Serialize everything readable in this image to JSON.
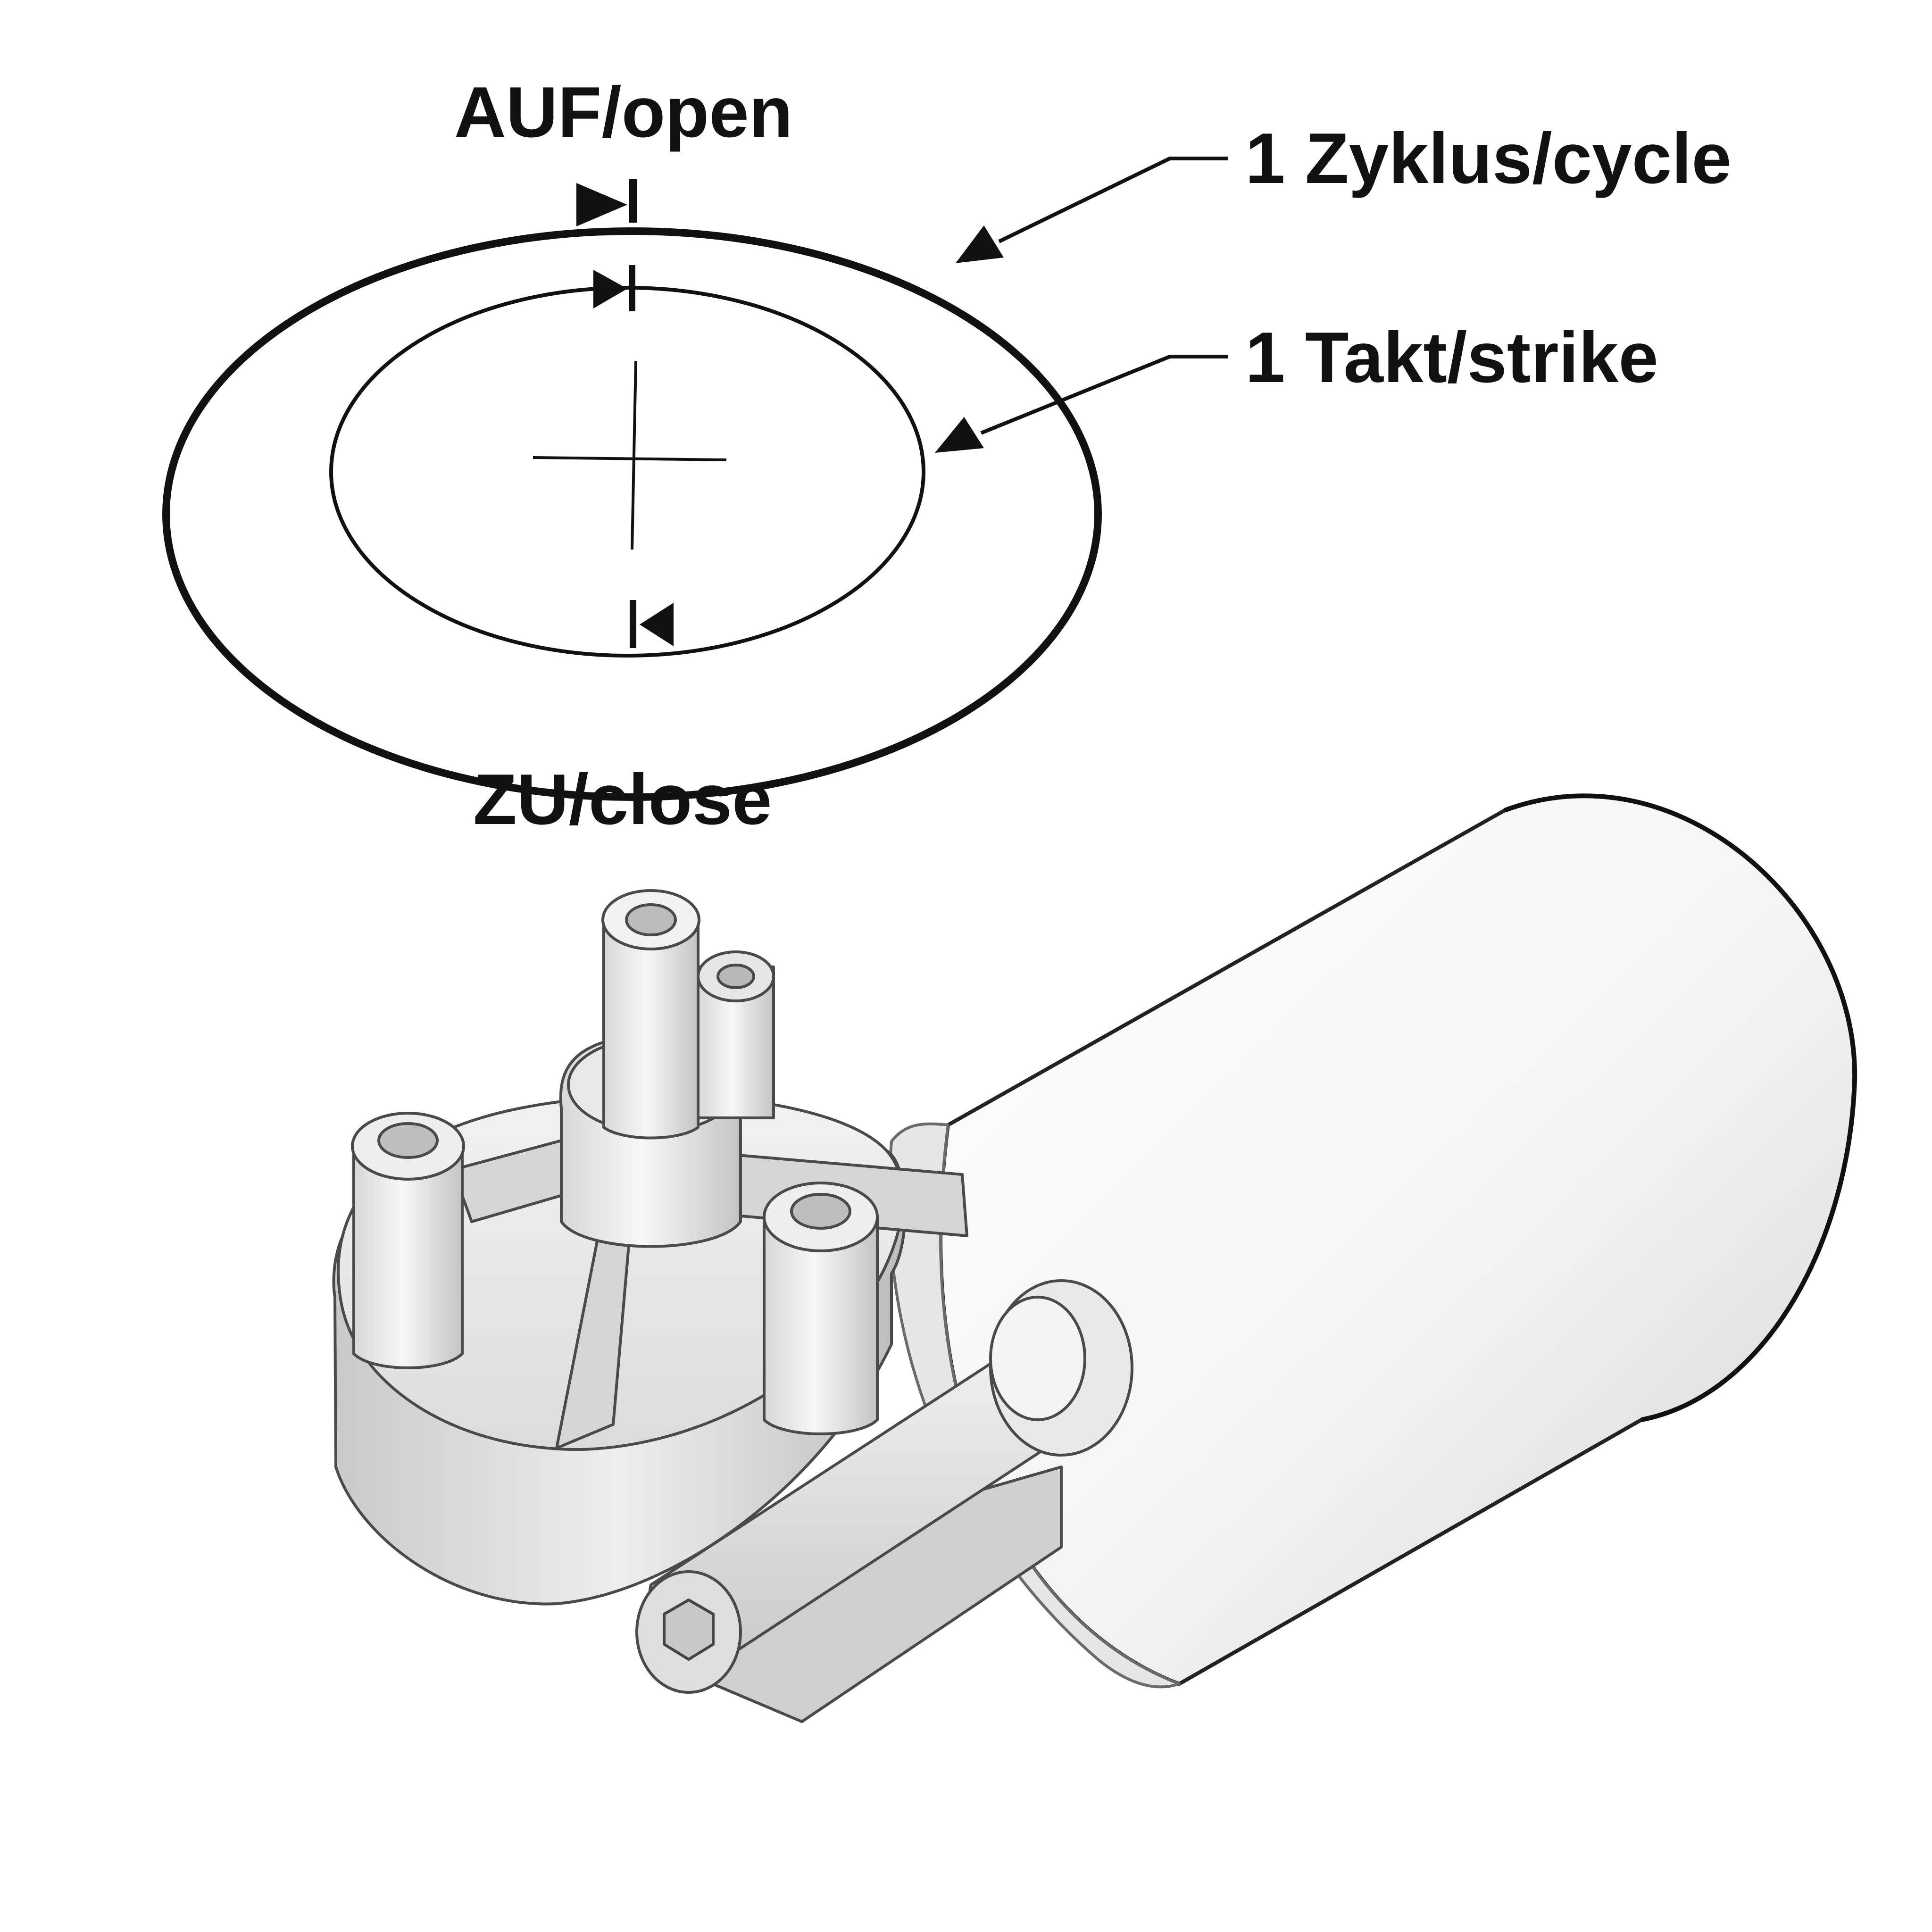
{
  "labels": {
    "open": "AUF/open",
    "close": "ZU/close",
    "cycle": "1 Zyklus/cycle",
    "strike": "1 Takt/strike"
  },
  "colors": {
    "ink": "#111111",
    "background": "#ffffff",
    "body_light": "#f7f7f7",
    "body_shade": "#cfcfcf",
    "body_dark": "#a9a9a9"
  }
}
